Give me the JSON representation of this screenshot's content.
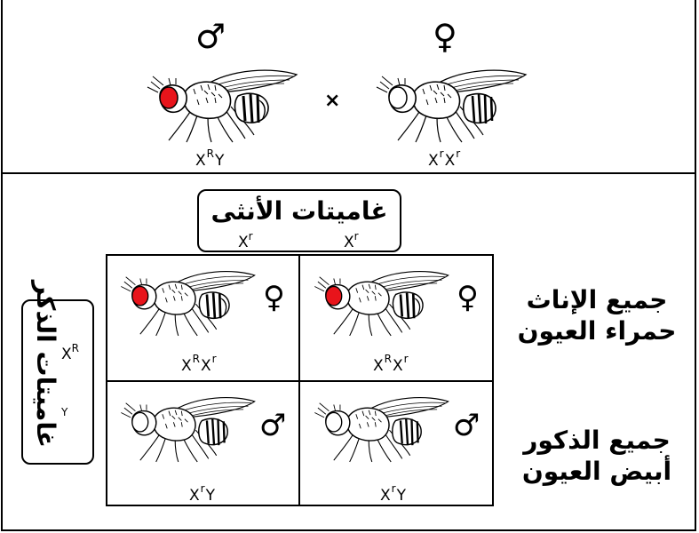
{
  "cross": {
    "male_symbol": "♂",
    "female_symbol": "♀",
    "cross_sign": "×",
    "male_genotype": {
      "base1": "X",
      "sup1": "R",
      "base2": "Y"
    },
    "female_genotype": {
      "base1": "X",
      "sup1": "r",
      "base2": "X",
      "sup2": "r"
    }
  },
  "female_gametes": {
    "title": "غاميتات الأنثى",
    "items": [
      {
        "base": "X",
        "sup": "r"
      },
      {
        "base": "X",
        "sup": "r"
      }
    ]
  },
  "male_gametes": {
    "title": "غاميتات الذكر",
    "items": [
      {
        "base": "X",
        "sup": "R"
      },
      {
        "base": "",
        "sup": "Y"
      }
    ]
  },
  "punnett": {
    "cells": [
      {
        "symbol": "♀",
        "base1": "X",
        "sup1": "R",
        "base2": "X",
        "sup2": "r",
        "eye": "red"
      },
      {
        "symbol": "♀",
        "base1": "X",
        "sup1": "R",
        "base2": "X",
        "sup2": "r",
        "eye": "red"
      },
      {
        "symbol": "♂",
        "base1": "X",
        "sup1": "r",
        "base2": "Y",
        "sup2": "",
        "eye": "white"
      },
      {
        "symbol": "♂",
        "base1": "X",
        "sup1": "r",
        "base2": "Y",
        "sup2": "",
        "eye": "white"
      }
    ]
  },
  "labels": {
    "females_line1": "جميع الإناث",
    "females_line2": "حمراء العيون",
    "males_line1": "جميع الذكور",
    "males_line2": "أبيض العيون"
  },
  "colors": {
    "red_eye": "#e8141b",
    "white_eye": "#ffffff",
    "line": "#000000"
  }
}
